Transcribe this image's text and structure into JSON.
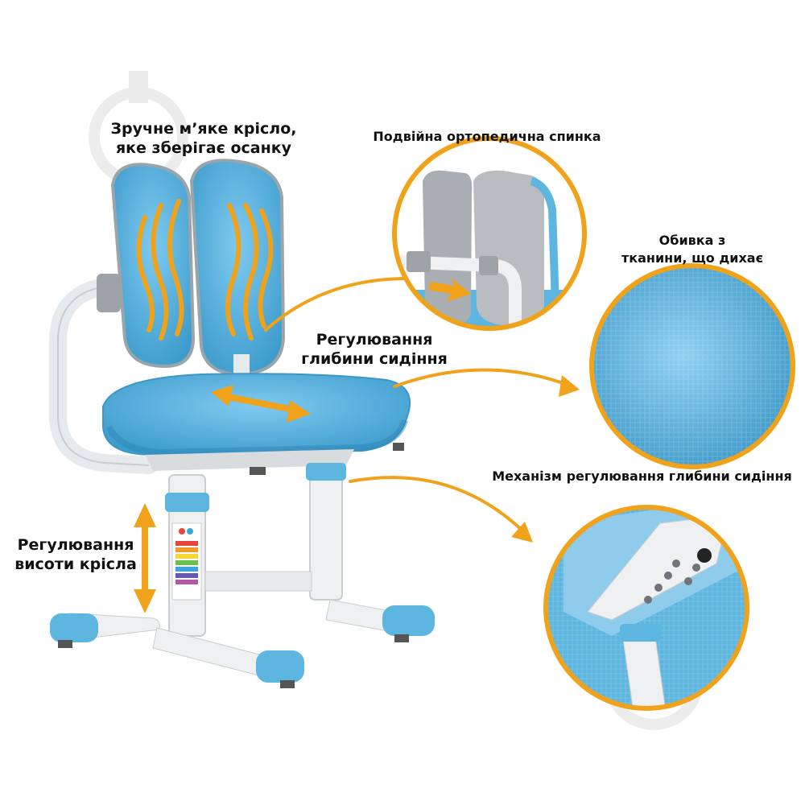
{
  "labels": {
    "comfort_line1": "Зручне м’яке крісло,",
    "comfort_line2": "яке зберігає осанку",
    "double_back": "Подвійна ортопедична спинка",
    "fabric_line1": "Обивка з",
    "fabric_line2": "тканини, що дихає",
    "depth_line1": "Регулювання",
    "depth_line2": "глибини сидіння",
    "mechanism": "Механізм регулювання глибини сидіння",
    "height_line1": "Регулювання",
    "height_line2": "висоти крісла"
  },
  "colors": {
    "chair_blue": "#5cb6e0",
    "chair_blue_dark": "#3a97c6",
    "accent_orange": "#f0a21a",
    "frame_white": "#f2f4f5",
    "panel_gray": "#9ea3a7"
  }
}
